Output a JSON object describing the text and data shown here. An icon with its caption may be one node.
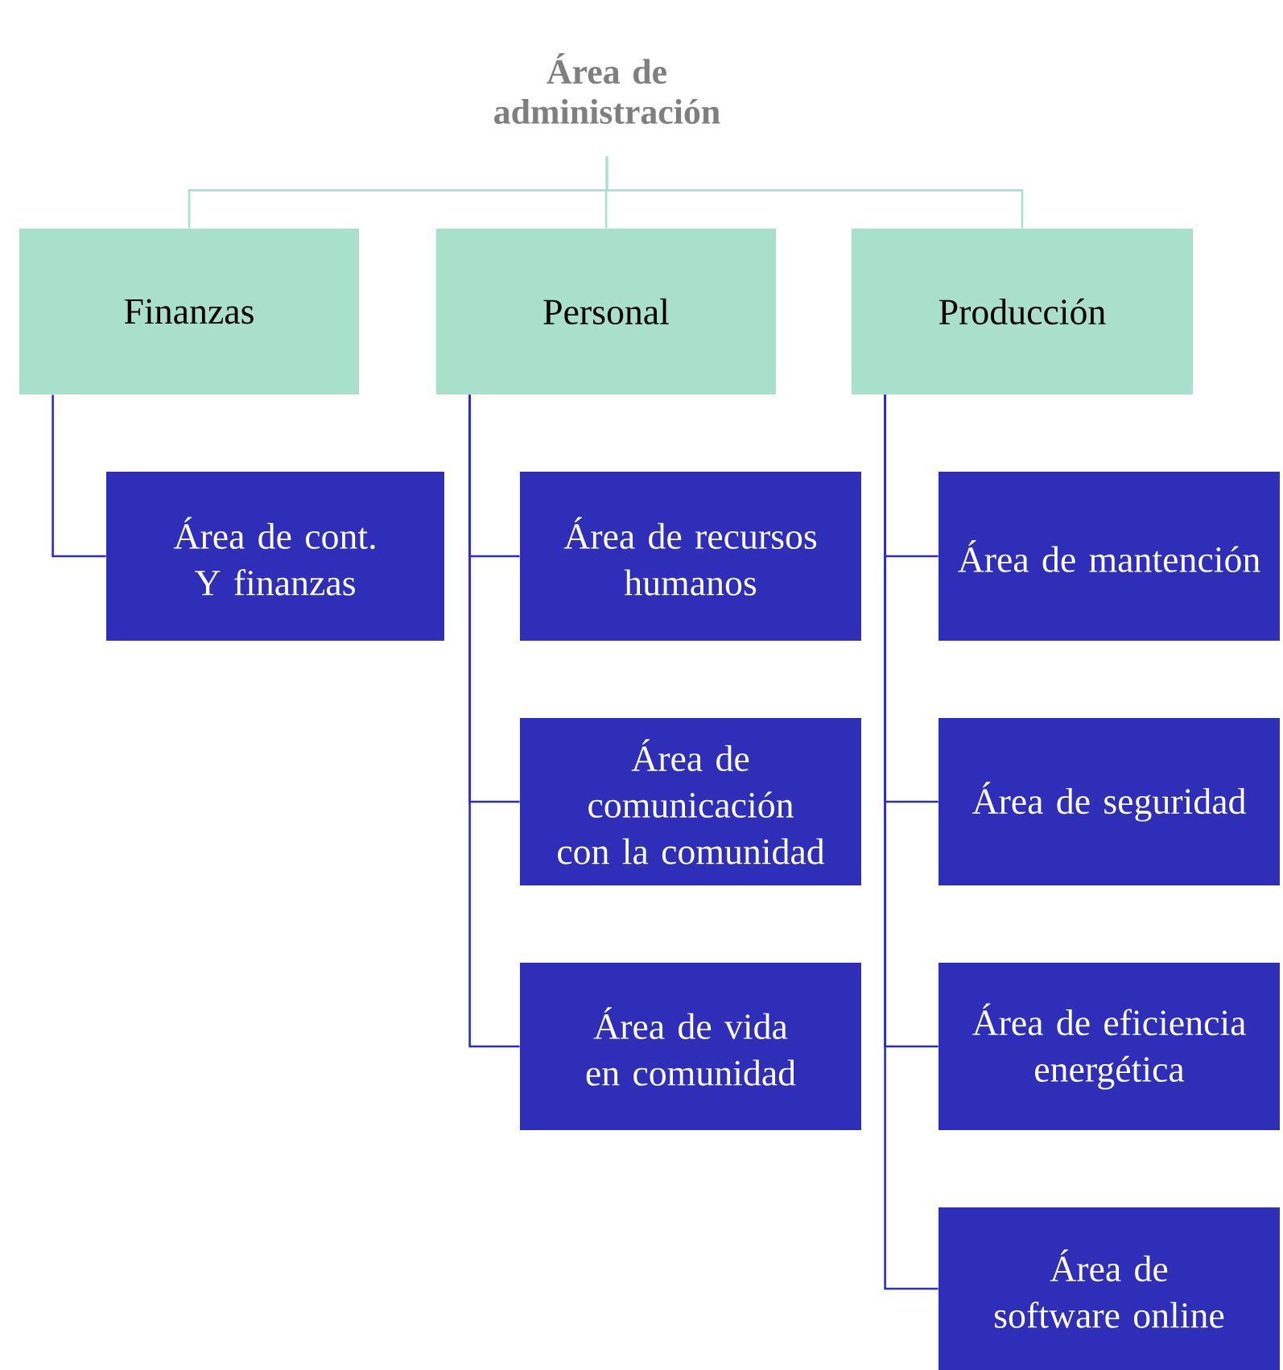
{
  "diagram": {
    "nodes": [
      {
        "text": [
          "Área de administración"
        ]
      },
      {
        "text": [
          "Finanzas"
        ]
      },
      {
        "text": [
          "Personal"
        ]
      },
      {
        "text": [
          "Producción"
        ]
      },
      {
        "text": [
          "Área de cont. Y finanzas"
        ]
      },
      {
        "text": [
          "Área de recursos humanos"
        ]
      },
      {
        "text": [
          "Área de comunicación con la comunidad"
        ]
      },
      {
        "text": [
          "Área de vida en comunidad"
        ]
      },
      {
        "text": [
          "Área de mantención"
        ]
      },
      {
        "text": [
          "Área de seguridad"
        ]
      },
      {
        "text": [
          "Área de eficiencia energética"
        ]
      },
      {
        "text": [
          "Área de software online"
        ]
      }
    ],
    "edges": [
      {
        "from": 0,
        "to": 1,
        "arrow": "none",
        "color": "#a8e0cc"
      },
      {
        "from": 0,
        "to": 2,
        "arrow": "none",
        "color": "#a8e0cc"
      },
      {
        "from": 0,
        "to": 3,
        "arrow": "none",
        "color": "#a8e0cc"
      },
      {
        "from": 1,
        "to": 4,
        "arrow": "none"
      },
      {
        "from": 2,
        "to": 5,
        "arrow": "none"
      },
      {
        "from": 2,
        "to": 6,
        "arrow": "none"
      },
      {
        "from": 2,
        "to": 7,
        "arrow": "none"
      },
      {
        "from": 3,
        "to": 8,
        "arrow": "none"
      },
      {
        "from": 3,
        "to": 9,
        "arrow": "none"
      },
      {
        "from": 3,
        "to": 10,
        "arrow": "none"
      },
      {
        "from": 3,
        "to": 11,
        "arrow": "none"
      }
    ]
  }
}
